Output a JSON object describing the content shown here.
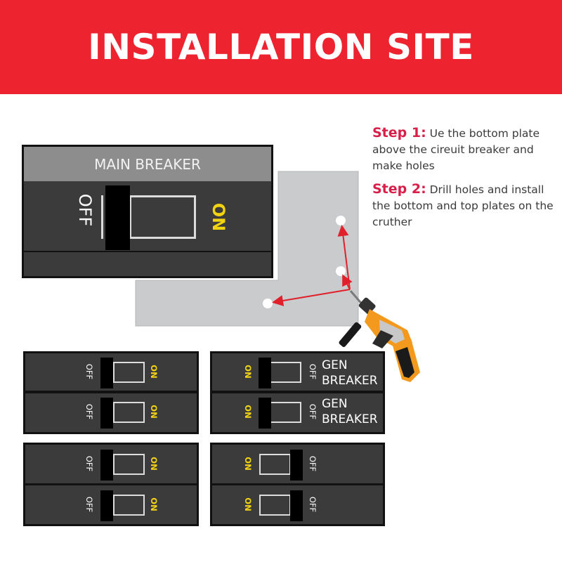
{
  "banner": {
    "title": "INSTALLATION SITE",
    "color": "#ee2330"
  },
  "steps": [
    {
      "label": "Step 1:",
      "text": " Ue the bottom plate above the cireuit breaker and make holes"
    },
    {
      "label": "Step 2:",
      "text": " Drill holes and install the bottom and top plates on the cruther"
    }
  ],
  "main_breaker": {
    "title": "MAIN BREAKER",
    "off": "OFF",
    "on": "ON"
  },
  "switch_labels": {
    "off": "OFF",
    "on": "ON"
  },
  "gen_breaker": {
    "label": "GEN\nBREAKER"
  },
  "colors": {
    "accent_red": "#d81f4a",
    "on_yellow": "#f2d311",
    "arrow_red": "#e0202a",
    "plate_gray": "#c9cbcd",
    "drill_orange": "#f39a1e"
  },
  "icons": [
    "drill-icon",
    "mounting-plate",
    "drill-hole"
  ]
}
